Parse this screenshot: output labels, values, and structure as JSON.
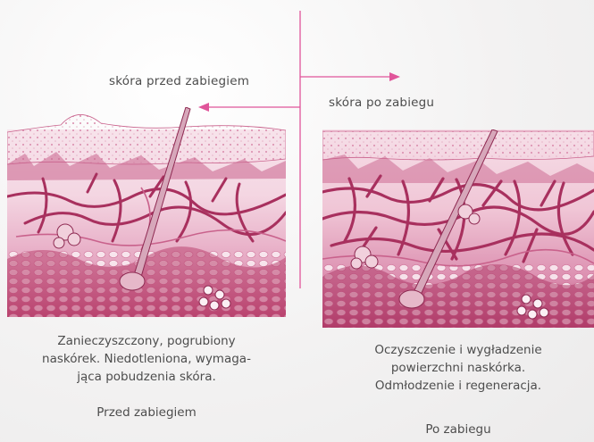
{
  "labels": {
    "before_skin": "skóra przed zabiegiem",
    "after_skin": "skóra po zabiegu"
  },
  "captions": {
    "before": [
      "Zanieczyszczony, pogrubiony",
      "naskórek. Niedotleniona, wymaga-",
      "jąca pobudzenia skóra."
    ],
    "after": [
      "Oczyszczenie i wygładzenie",
      "powierzchni naskórka.",
      "Odmłodzenie i regeneracja."
    ]
  },
  "subtitles": {
    "before": "Przed zabiegiem",
    "after": "Po zabiegu"
  },
  "colors": {
    "accent_arrow": "#e0559a",
    "skin_dark": "#a8305e",
    "skin_mid": "#c9628c",
    "skin_light": "#e9b8cc"
  }
}
